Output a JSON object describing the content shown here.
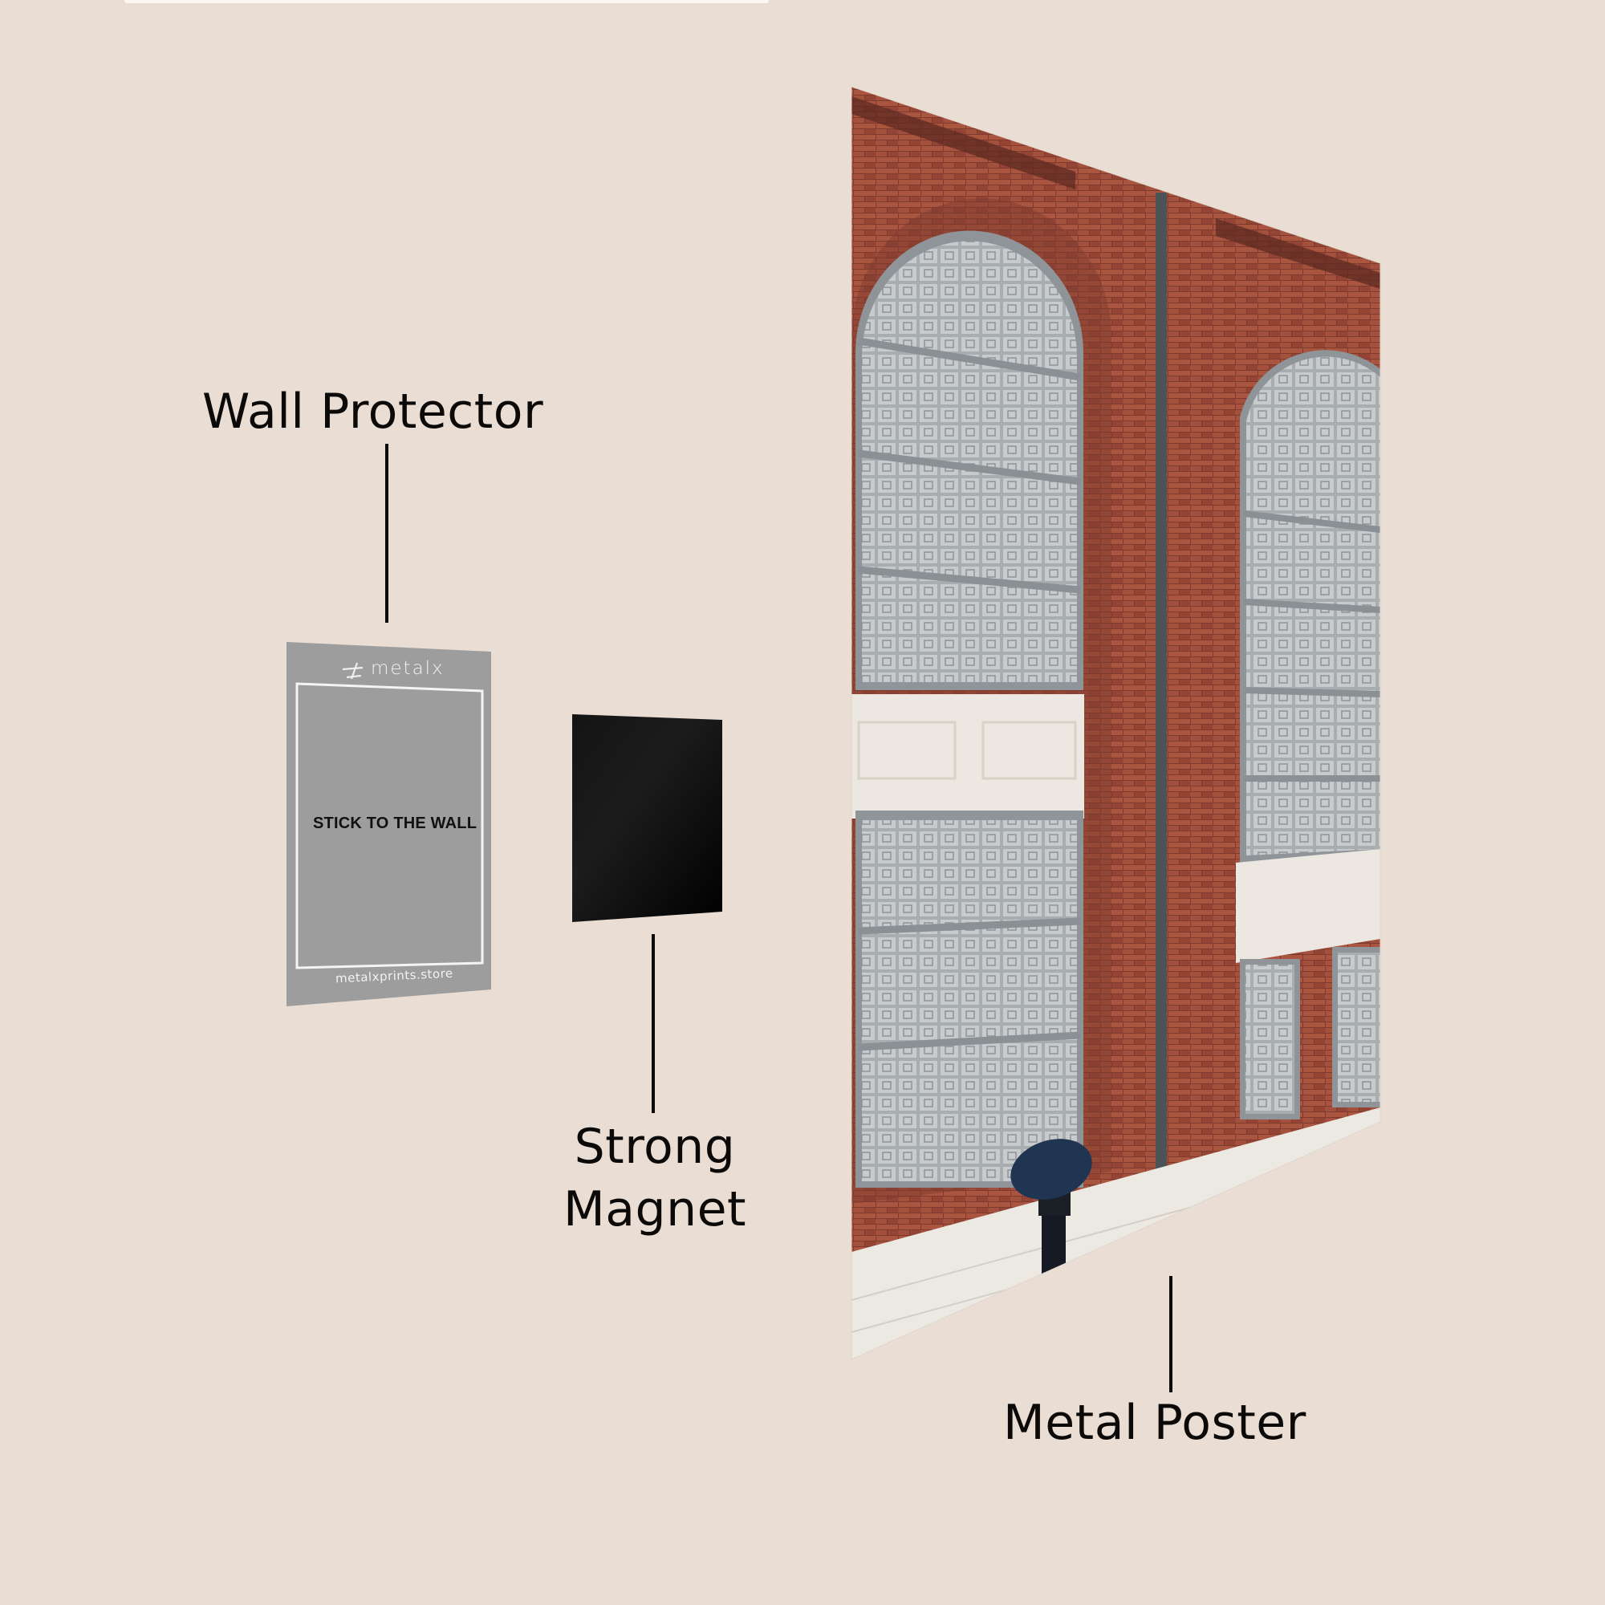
{
  "scene": {
    "background_color": "#e9ddd4",
    "description": "Exploded view of a magnetic metal poster mounting system"
  },
  "components": [
    {
      "id": "wall_protector",
      "label": "Wall Protector",
      "color": "#9d9d9d",
      "brand_icon": "metalx-logo-icon",
      "brand_text": "metalx",
      "center_text": "STICK TO THE WALL",
      "footer_text": "metalxprints.store"
    },
    {
      "id": "magnet",
      "label_line1": "Strong",
      "label_line2": "Magnet",
      "color": "#050505"
    },
    {
      "id": "metal_poster",
      "label": "Metal Poster",
      "image_subject": "red-brick-building-facade-with-glass-block-windows-and-person-with-umbrella",
      "colors": {
        "brick": "#9c4a3a",
        "window_frame": "#8f9598",
        "glass": "#c9ccce",
        "stone": "#ece8e2",
        "umbrella": "#1f3552"
      }
    }
  ]
}
